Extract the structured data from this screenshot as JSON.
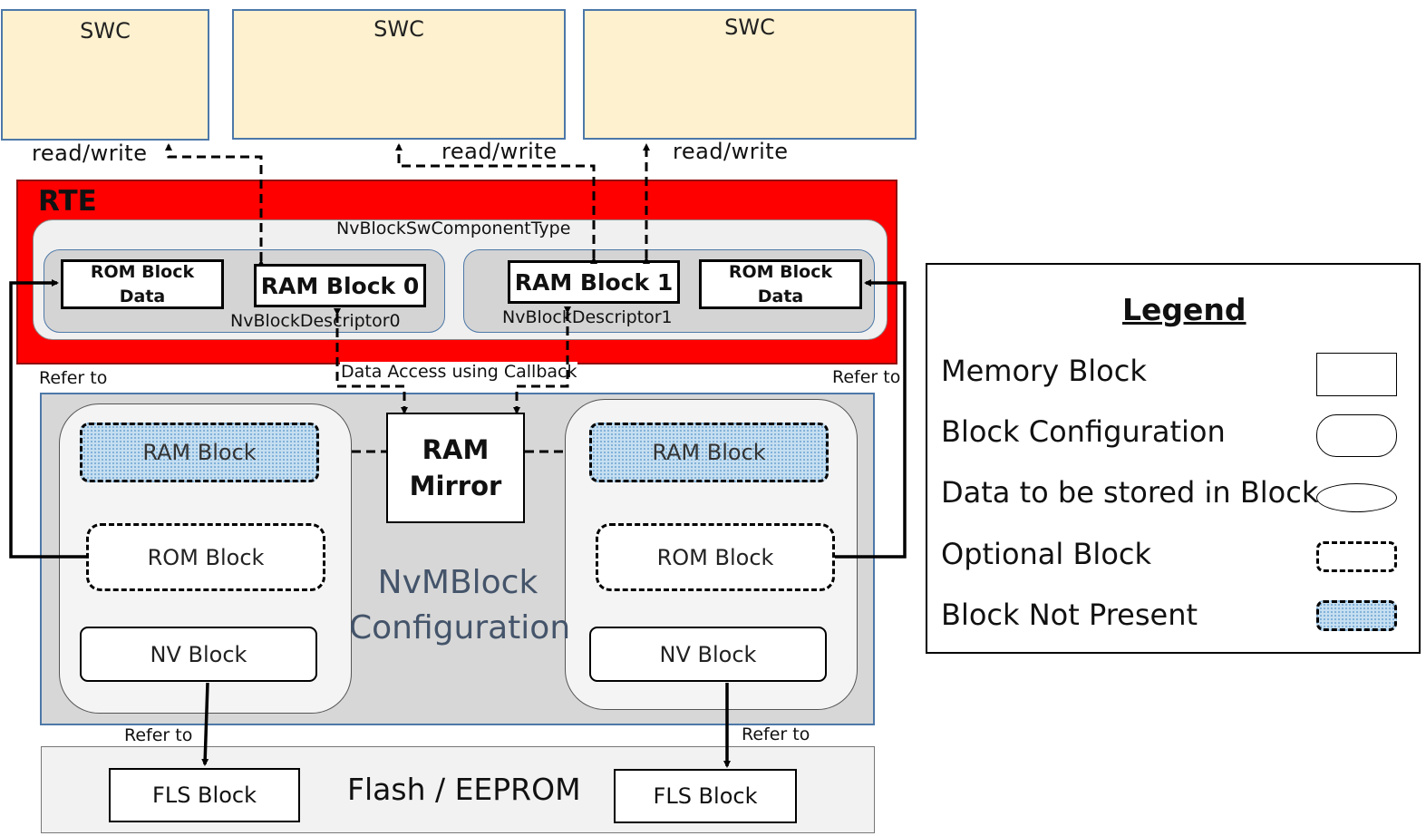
{
  "swc": [
    {
      "label": "SWC"
    },
    {
      "label": "SWC"
    },
    {
      "label": "SWC"
    }
  ],
  "read_write": [
    "read/write",
    "read/write",
    "read/write"
  ],
  "rte": {
    "label": "RTE",
    "component": "NvBlockSwComponentType",
    "descriptor0": {
      "name": "NvBlockDescriptor0",
      "rom_line1": "ROM Block",
      "rom_line2": "Data",
      "ram": "RAM Block 0"
    },
    "descriptor1": {
      "name": "NvBlockDescriptor1",
      "ram": "RAM Block 1",
      "rom_line1": "ROM Block",
      "rom_line2": "Data"
    }
  },
  "data_access": "Data Access using Callback",
  "refer_to": [
    "Refer to",
    "Refer to",
    "Refer to",
    "Refer to"
  ],
  "nvm": {
    "line1": "NvMBlock",
    "line2": "Configuration",
    "mirror_line1": "RAM",
    "mirror_line2": "Mirror",
    "left": {
      "ram": "RAM Block",
      "rom": "ROM Block",
      "nv": "NV Block"
    },
    "right": {
      "ram": "RAM Block",
      "rom": "ROM Block",
      "nv": "NV Block"
    }
  },
  "flash": {
    "label": "Flash / EEPROM",
    "left_block": "FLS Block",
    "right_block": "FLS Block"
  },
  "legend": {
    "title": "Legend",
    "items": [
      {
        "label": "Memory Block",
        "shape": "rectangle"
      },
      {
        "label": "Block Configuration",
        "shape": "rounded-rectangle"
      },
      {
        "label": "Data to be stored in Block",
        "shape": "ellipse"
      },
      {
        "label": "Optional Block",
        "shape": "dashed-rounded-rectangle"
      },
      {
        "label": "Block Not Present",
        "shape": "dotted-dashed-rounded-rectangle"
      }
    ]
  },
  "colors": {
    "swc_fill": "#fdf1cf",
    "rte_fill": "#ff0000",
    "border_blue": "#4d78a8",
    "not_present_fill": "#c6dff1",
    "nvm_text": "#44546a"
  }
}
